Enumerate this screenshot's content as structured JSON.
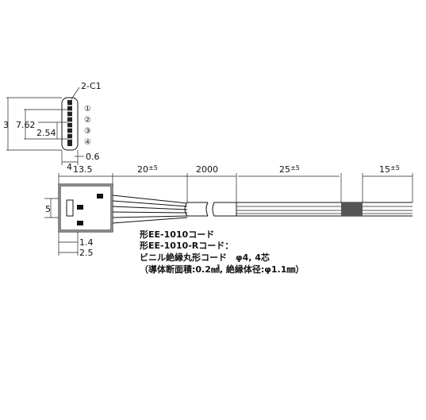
{
  "top_view": {
    "chamfer_label": "2-C1",
    "dim_total_height": "3",
    "dim_pitch_outer": "7.62",
    "dim_pitch_inner": "2.54",
    "dim_width": "4",
    "dim_offset": "0.6",
    "pin_numbers": [
      "①",
      "②",
      "③",
      "④"
    ]
  },
  "side_view": {
    "dim_body_length": "13.5",
    "dim_lead_length": "20",
    "dim_lead_tol": "±5",
    "dim_cable_length": "2000",
    "dim_strip_length": "25",
    "dim_strip_tol": "±5",
    "dim_end_length": "15",
    "dim_end_tol": "±5",
    "dim_height": "5",
    "dim_offset_a": "1.4",
    "dim_offset_b": "2.5"
  },
  "notes": {
    "line1": "形EE-1010コード",
    "line2": "形EE-1010-Rコード：",
    "line3": "ビニル絶縁丸形コード　φ4, 4芯",
    "line4": "（導体断面積:0.2㎟, 絶縁体径:φ1.1㎜）"
  }
}
